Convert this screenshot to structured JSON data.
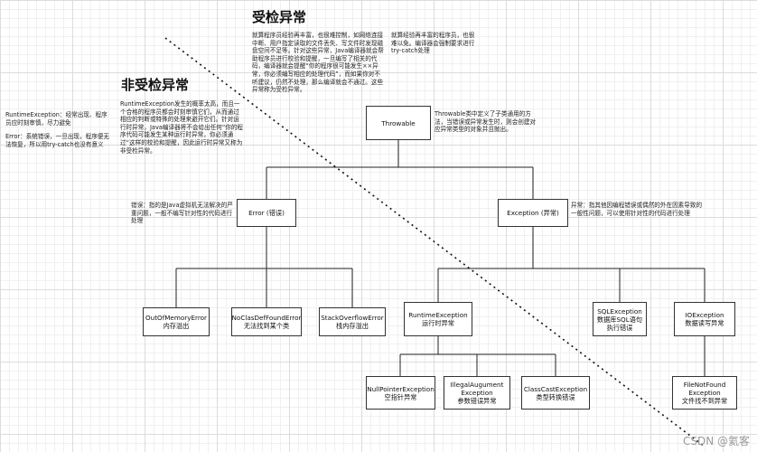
{
  "headings": {
    "checked": "受检异常",
    "unchecked": "非受检异常"
  },
  "notes": {
    "checked_desc": "就算程序员经验再丰富，也很难控制，如网络连接中断、用户指定读取的文件丢失、写文件时发现磁盘空间不足等。针对这些异常，Java编译器就会帮助程序员进行校验和提醒，一旦编写了相关的代码，编译器就会提醒“你的程序很可能发生××异常，你必须编写相应的处理代码”，而如果你对不听建议，仍然不处理，那么编译就会不通过。这些异常称为受检异常。",
    "checked_side": "就算经验再丰富的程序员，也很难以免。编译器会强制要求进行try-catch处理",
    "runtime_left_1": "RuntimeException：经常出现、程序员应时刻审慎，尽力避免",
    "error_left": "Error：系统错误，一旦出现，程序便无法恢复，所以用try-catch也没有意义",
    "unchecked_desc": "RuntimeException发生的概率太高，而且一个合格的程序员都会时刻审慎它们，从而通过相应的判断或特殊的处理来避开它们。针对运行时异常，Java编译器将不会给出任何“你的程序代码可能发生某种运行时异常，你必须通过“这样的校验和提醒，因此运行时异常又称为非受检异常。",
    "throwable_desc": "Throwable类中定义了子类通用的方法，当错误或异常发生时，则会创建对应异常类型的对象并且抛出。",
    "error_desc": "错误：指的是Java虚拟机无法解决的严重问题，一般不编写针对性的代码进行处理",
    "exception_desc": "异常：指其他因编程错误或偶然的外在因素导致的一般性问题，可以使用针对性的代码进行处理"
  },
  "boxes": {
    "throwable": "Throwable",
    "error": "Error (错误)",
    "exception": "Exception (异常)",
    "oom": [
      "OutOfMemoryError",
      "内存溢出"
    ],
    "ncdfe": [
      "NoClasDefFoundError",
      "无法找到某个类"
    ],
    "soe": [
      "StackOverflowError",
      "栈内存溢出"
    ],
    "runtime": [
      "RuntimeException",
      "运行时异常"
    ],
    "sql": [
      "SQLException",
      "数据库SQL语句",
      "执行错误"
    ],
    "io": [
      "IOException",
      "数据读写异常"
    ],
    "npe": [
      "NullPointerException",
      "空指针异常"
    ],
    "iae": [
      "IllegalAugument",
      "Exception",
      "参数错误异常"
    ],
    "cce": [
      "ClassCastException",
      "类型转换错误"
    ],
    "fnf": [
      "FileNotFound",
      "Exception",
      "文件找不到异常"
    ]
  },
  "watermark": "CSDN @氦客"
}
